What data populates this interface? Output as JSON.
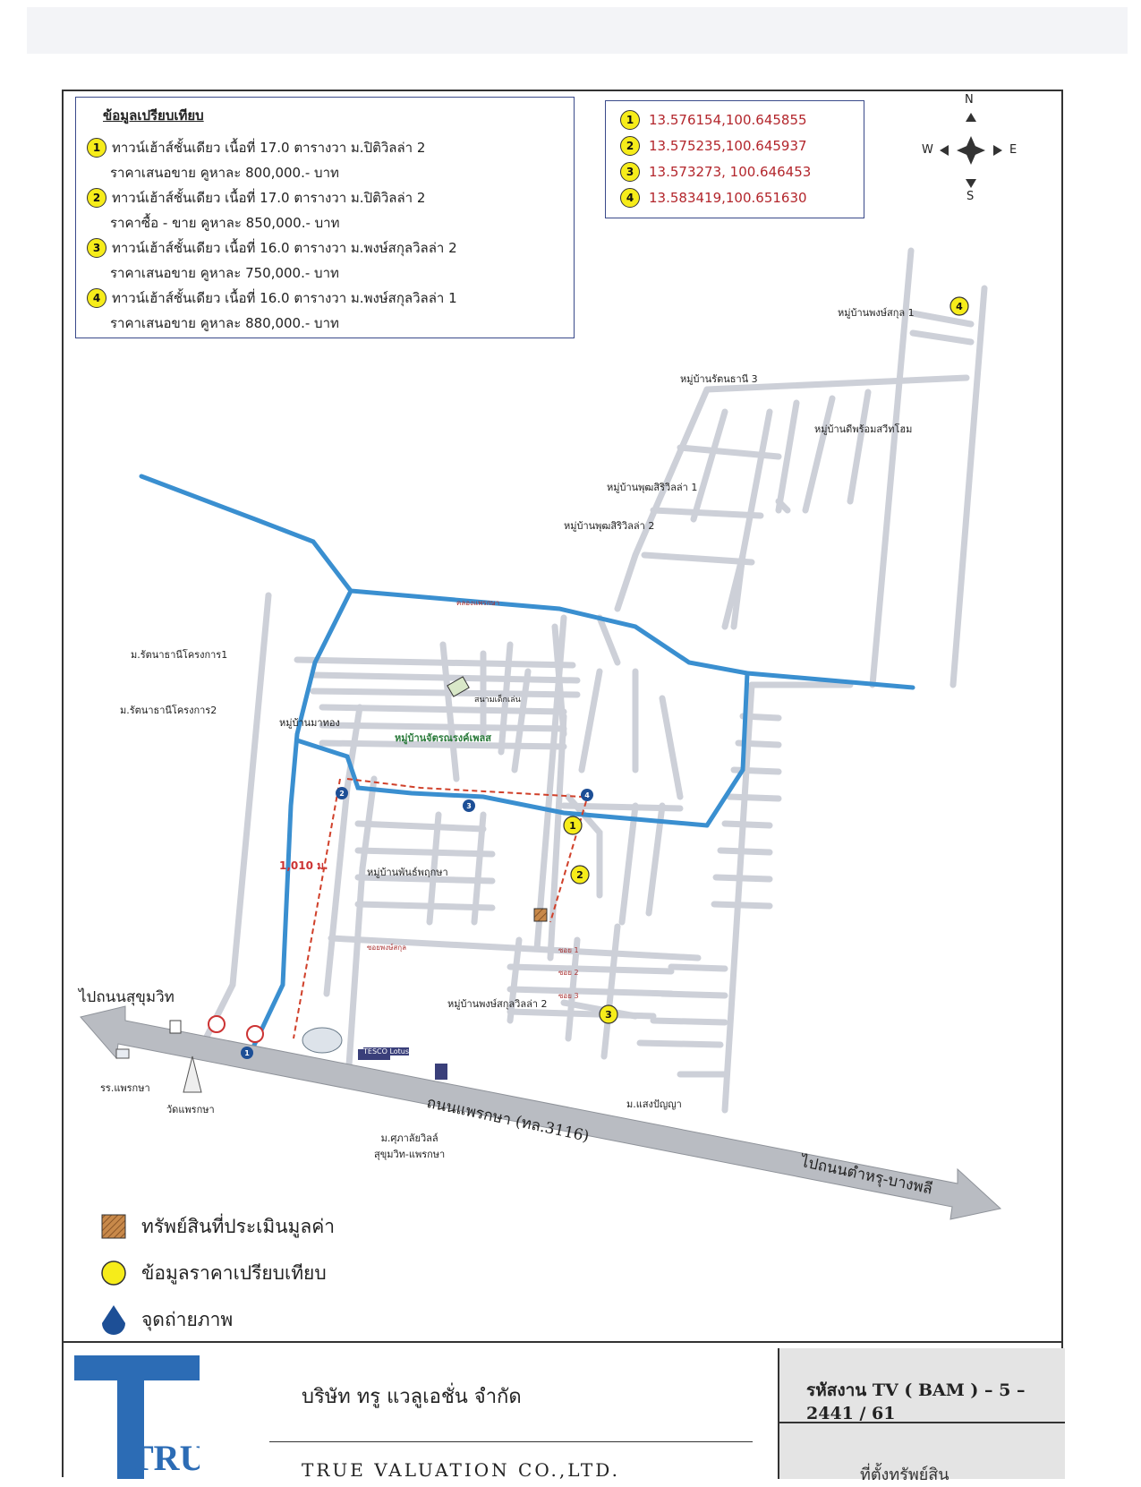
{
  "comparison": {
    "title": "ข้อมูลเปรียบเทียบ",
    "items": [
      {
        "num": "1",
        "line1": "ทาวน์เฮ้าส์ชั้นเดียว เนื้อที่ 17.0 ตารางวา ม.ปิติวิลล่า 2",
        "line2": "ราคาเสนอขาย คูหาละ 800,000.- บาท"
      },
      {
        "num": "2",
        "line1": "ทาวน์เฮ้าส์ชั้นเดียว เนื้อที่ 17.0 ตารางวา ม.ปิติวิลล่า 2",
        "line2": "ราคาซื้อ - ขาย คูหาละ 850,000.- บาท"
      },
      {
        "num": "3",
        "line1": "ทาวน์เฮ้าส์ชั้นเดียว เนื้อที่ 16.0 ตารางวา ม.พงษ์สกุลวิลล่า 2",
        "line2": "ราคาเสนอขาย คูหาละ 750,000.- บาท"
      },
      {
        "num": "4",
        "line1": "ทาวน์เฮ้าส์ชั้นเดียว เนื้อที่ 16.0 ตารางวา ม.พงษ์สกุลวิลล่า 1",
        "line2": "ราคาเสนอขาย คูหาละ 880,000.- บาท"
      }
    ]
  },
  "coordinates": [
    {
      "num": "1",
      "value": "13.576154,100.645855"
    },
    {
      "num": "2",
      "value": "13.575235,100.645937"
    },
    {
      "num": "3",
      "value": "13.573273, 100.646453"
    },
    {
      "num": "4",
      "value": "13.583419,100.651630"
    }
  ],
  "compass": {
    "n": "N",
    "s": "S",
    "e": "E",
    "w": "W"
  },
  "map": {
    "villages": {
      "pongsakul1": "หมู่บ้านพงษ์สกุล 1",
      "rattanathani3": "หมู่บ้านรัตนธานี 3",
      "deeprom": "หมู่บ้านดีพร้อมสวีทโฮม",
      "pruksiri1": "หมู่บ้านพุฒสิริวิลล่า 1",
      "pruksiri2": "หมู่บ้านพุฒสิริวิลล่า 2",
      "rattanathani_p1": "ม.รัตนาธานีโครงการ1",
      "rattanathani_p2": "ม.รัตนาธานีโครงการ2",
      "mathong": "หมู่บ้านมาทอง",
      "jaturong": "หมู่บ้านจัตรณรงค์เพลส",
      "panthpruksa": "หมู่บ้านพันธ์พฤกษา",
      "pongsakul2": "หมู่บ้านพงษ์สกุลวิลล่า 2",
      "saengpanya": "ม.แสงปัญญา",
      "supalai": "ม.ศุภาลัยวิลล์\nสุขุมวิท-แพรกษา",
      "playground": "สนามเด็กเล่น"
    },
    "places": {
      "school": "รร.แพรกษา",
      "temple": "วัดแพรกษา"
    },
    "roads": {
      "to_sukhumvit": "ไปถนนสุขุมวิท",
      "main_road": "ถนนแพรกษา (ทล.3116)",
      "to_bangphli": "ไปถนนตำหรุ-บางพลี",
      "distance": "1,010 ม.",
      "canal_praeksa": "คลองแพรกษา",
      "soi_pongsakul": "ซอยพงษ์สกุล",
      "soi1": "ซอย 1",
      "soi2": "ซอย 2",
      "soi3": "ซอย 3"
    },
    "store_tesco": "TESCO Lotus"
  },
  "legend": [
    {
      "icon": "hatched-square-icon",
      "label": "ทรัพย์สินที่ประเมินมูลค่า"
    },
    {
      "icon": "yellow-circle-icon",
      "label": "ข้อมูลราคาเปรียบเทียบ"
    },
    {
      "icon": "blue-drop-icon",
      "label": "จุดถ่ายภาพ"
    }
  ],
  "footer": {
    "company_th": "บริษัท ทรู แวลูเอชั่น จำกัด",
    "company_en": "TRUE VALUATION CO.,LTD.",
    "job_code": "รหัสงาน TV ( BAM ) – 5 – 2441 / 61",
    "sub": "ที่ตั้งทรัพย์สิน",
    "logo_text": "TRUE"
  },
  "colors": {
    "road": "#cdd0d8",
    "canal": "#3a8fd0",
    "route": "#d0402a",
    "badge": "#f6ec1a",
    "coord_text": "#b3262c"
  }
}
